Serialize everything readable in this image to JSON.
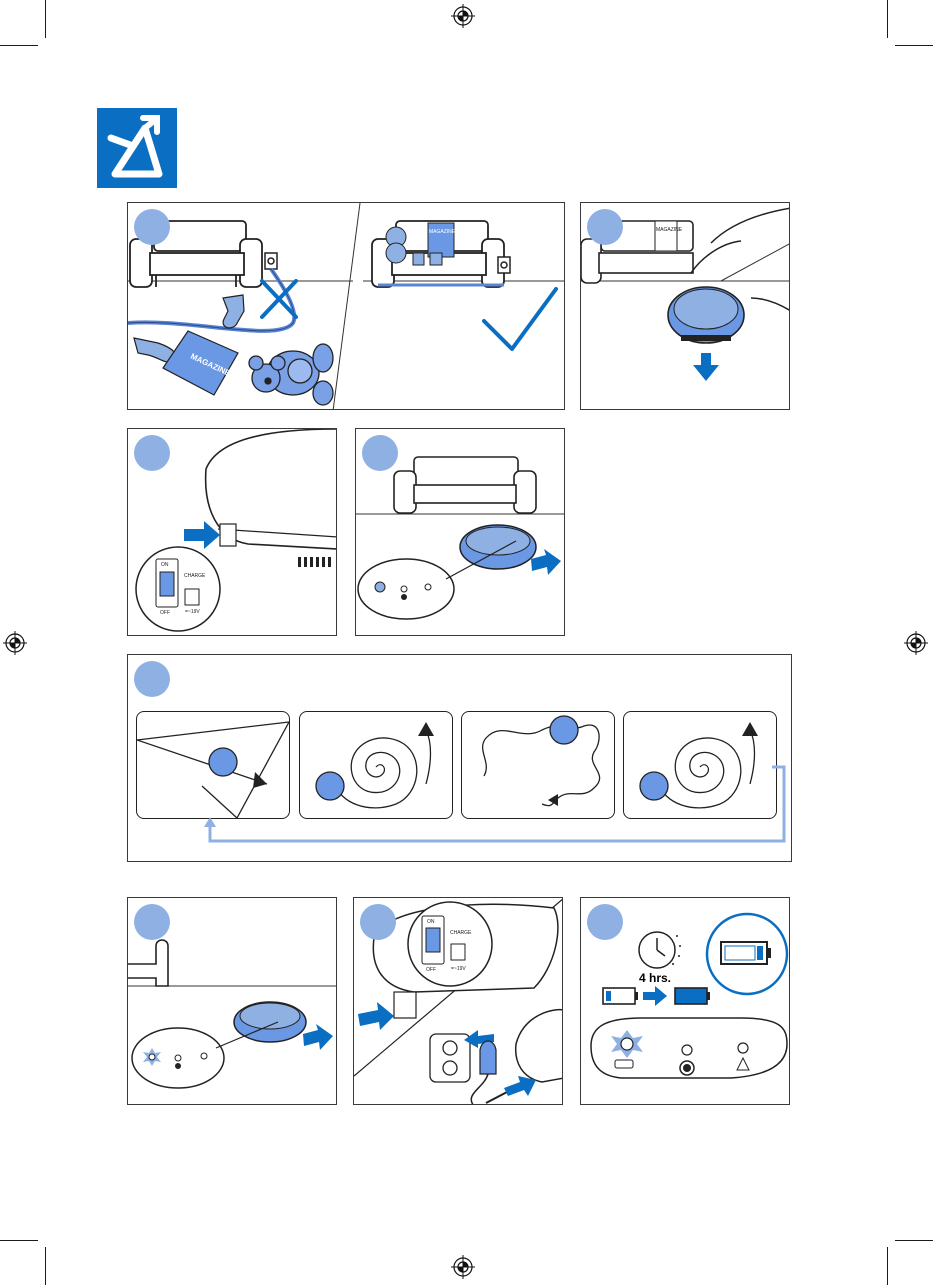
{
  "page": {
    "logo_icon": "robot-vacuum-brand-icon",
    "accent_color": "#0a6fc2",
    "robot_color": "#6b98e4",
    "step_marker_color": "#8fb0e3"
  },
  "panels": {
    "p1_magazine_label": "MAGAZINE",
    "p1_magazine_small": "MAGAZINE",
    "p2_magazine_small": "MAGAZINE",
    "switch_on": "ON",
    "switch_off": "OFF",
    "charge_label": "CHARGE",
    "switch_voltage": "=~19V",
    "switch2_on": "ON",
    "switch2_off": "OFF",
    "charge2_label": "CHARGE",
    "switch2_voltage": "=~19V",
    "charge_time": "4 hrs."
  }
}
